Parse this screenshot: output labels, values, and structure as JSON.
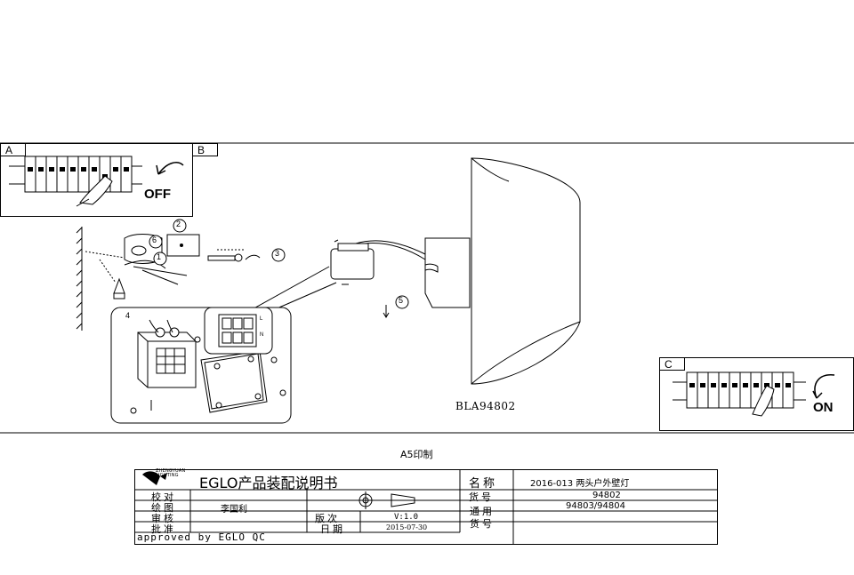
{
  "panels": {
    "a_label": "A",
    "b_label": "B",
    "c_label": "C",
    "off_label": "OFF",
    "on_label": "ON"
  },
  "steps": [
    "1",
    "2",
    "3",
    "4",
    "5",
    "6"
  ],
  "terminal_letters": [
    "L",
    "N"
  ],
  "product_code": "BLA94802",
  "print_note": "A5印制",
  "title_block": {
    "brand_title": "EGLO产品装配说明书",
    "logo_text": "ZHENGYUAN LIGHTING",
    "name_label": "名称",
    "name_value": "2016-013  两头户外壁灯",
    "check_label": "校对",
    "draw_label": "绘图",
    "drafter": "李国利",
    "review_label": "审核",
    "approve_label": "批准",
    "article_label": "货号",
    "article_value": "94802",
    "general_label_1": "通用",
    "general_label_2": "货号",
    "general_value": "94803/94804",
    "version_label": "版次",
    "version_value": "V:1.0",
    "date_label": "日期",
    "date_value": "2015-07-30",
    "approved_note": "approved by EGLO QC"
  }
}
